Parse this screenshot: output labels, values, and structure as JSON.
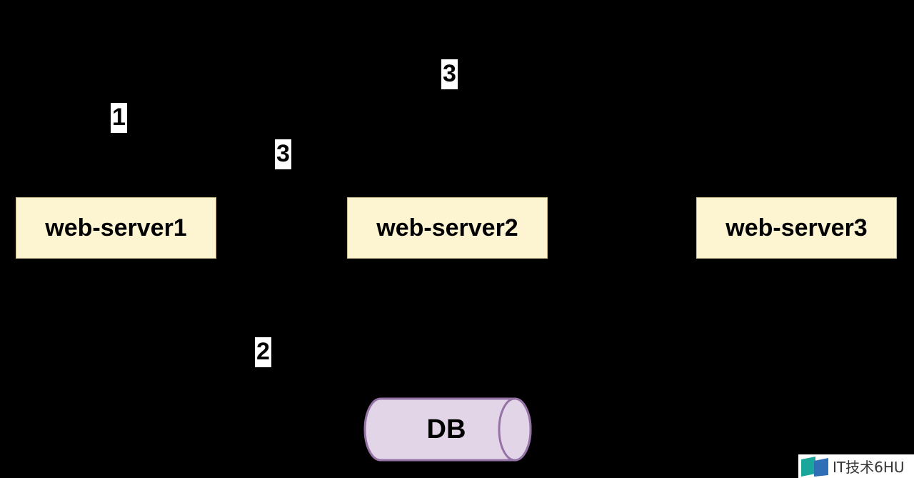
{
  "servers": [
    {
      "label": "web-server1"
    },
    {
      "label": "web-server2"
    },
    {
      "label": "web-server3"
    }
  ],
  "steps": {
    "step_1": "1",
    "step_3_top": "3",
    "step_3_mid": "3",
    "step_2": "2"
  },
  "database": {
    "label": "DB"
  },
  "watermark": {
    "text": "IT技术6HU"
  },
  "colors": {
    "background": "#000000",
    "server_fill": "#fdf5d2",
    "server_border": "#c8b88a",
    "db_fill": "#e1d5e7",
    "db_stroke": "#9673a6",
    "step_label_bg": "#ffffff",
    "logo_teal": "#1aa79b",
    "logo_blue": "#2f6fb6"
  }
}
